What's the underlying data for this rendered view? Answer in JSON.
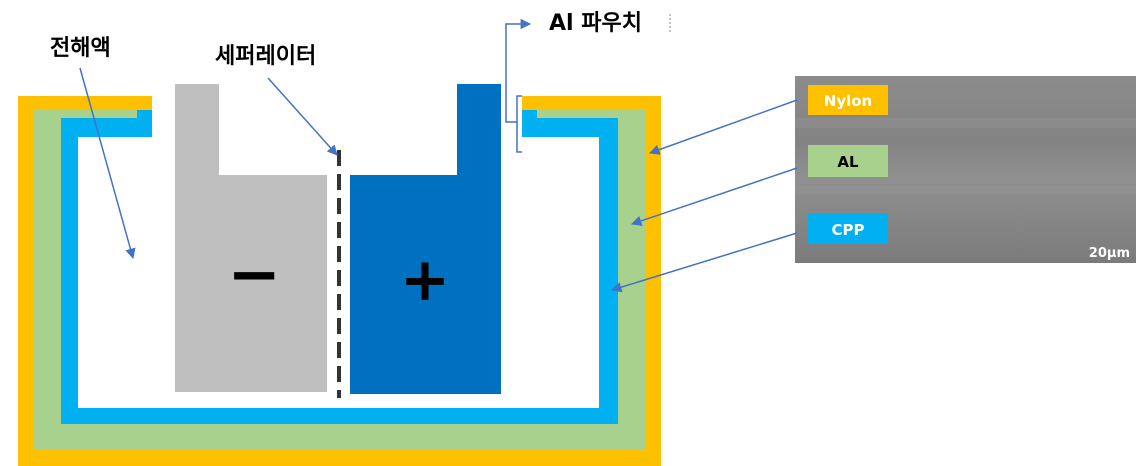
{
  "labels": {
    "electrolyte": "전해액",
    "separator": "세퍼레이터",
    "pouch": "Al 파우치"
  },
  "electrodes": {
    "negative": "−",
    "positive": "+"
  },
  "layers": [
    {
      "name": "Nylon",
      "color": "#FFC000"
    },
    {
      "name": "AL",
      "color": "#A9D18E"
    },
    {
      "name": "CPP",
      "color": "#00B0F0"
    }
  ],
  "micrograph": {
    "scale_bar": "20μm"
  },
  "colors": {
    "negative_electrode": "#BFBFBF",
    "positive_electrode": "#0070C0",
    "arrow": "#4472C4"
  }
}
